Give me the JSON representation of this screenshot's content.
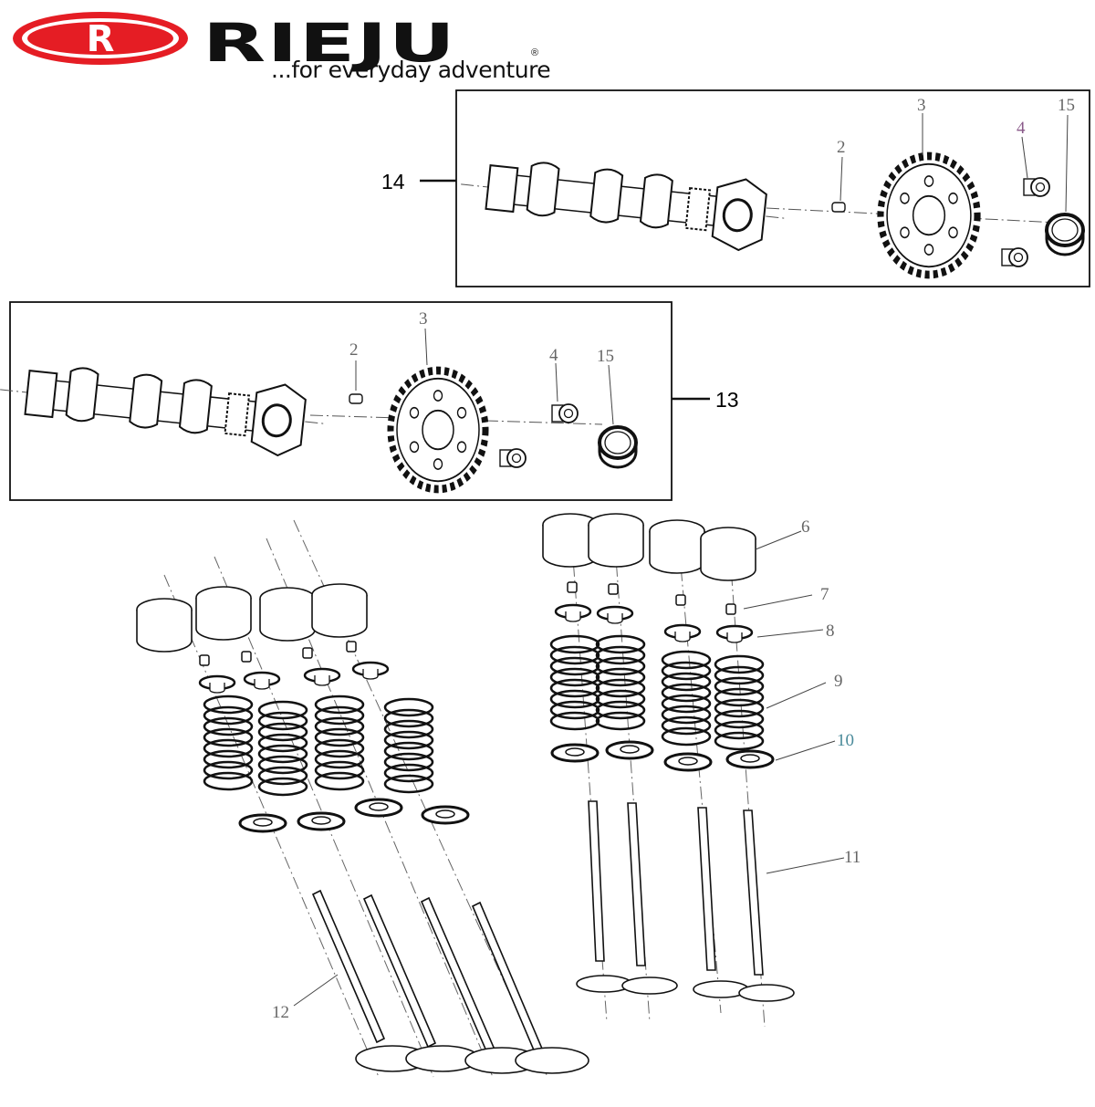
{
  "header": {
    "brand": "RIEJU",
    "registered_mark": "®",
    "tagline": "...for everyday adventure",
    "logo_mark": "R",
    "brand_color": "#e51d24"
  },
  "callouts": {
    "c2a": "2",
    "c3a": "3",
    "c4a": "4",
    "c15a": "15",
    "c14": "14",
    "c2b": "2",
    "c3b": "3",
    "c4b": "4",
    "c15b": "15",
    "c13": "13",
    "c6": "6",
    "c7": "7",
    "c8": "8",
    "c9": "9",
    "c10": "10",
    "c11": "11",
    "c12": "12"
  },
  "colors": {
    "line": "#111111",
    "leader": "#444444",
    "callout_text": "#666666",
    "callout_10": "#4a8a9a",
    "callout_4": "#8a5a8a"
  }
}
